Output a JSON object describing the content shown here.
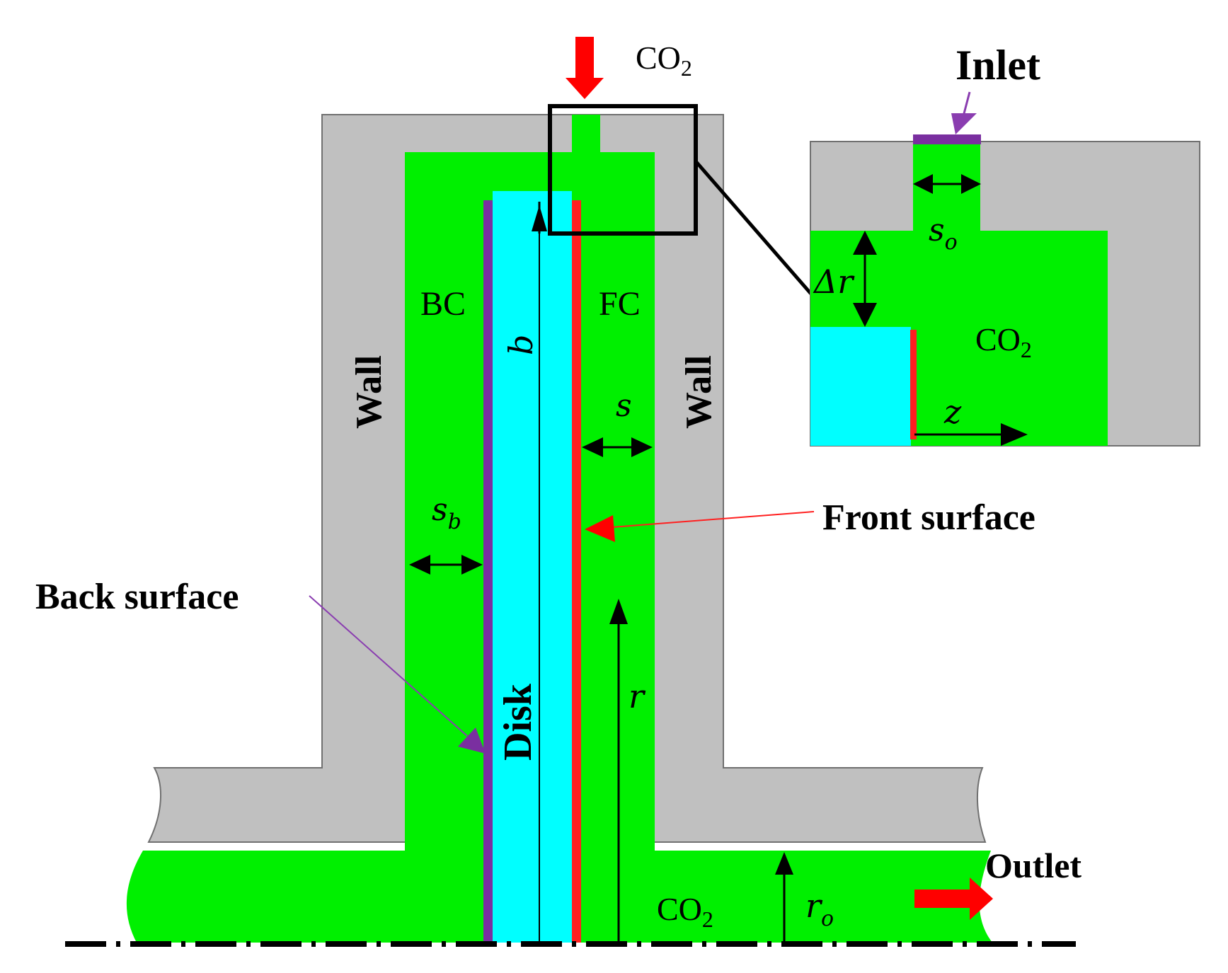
{
  "colors": {
    "wall": "#c0c0c0",
    "co2_fluid": "#00f000",
    "disk": "#00ffff",
    "front_surface": "#ff2020",
    "back_surface": "#7a2fa0",
    "inflow_arrow": "#ff0000",
    "outline": "#000000"
  },
  "labels": {
    "co2_top": "CO",
    "co2_top_sub": "2",
    "wall_left": "Wall",
    "wall_right": "Wall",
    "bc": "BC",
    "fc": "FC",
    "b": "b",
    "s": "s",
    "s_b": "s",
    "s_b_sub": "b",
    "disk": "Disk",
    "r": "r",
    "r_o": "r",
    "r_o_sub": "o",
    "co2_bottom": "CO",
    "co2_bottom_sub": "2",
    "outlet": "Outlet",
    "front_surface": "Front surface",
    "back_surface": "Back surface"
  },
  "inset": {
    "inlet": "Inlet",
    "s_o": "s",
    "s_o_sub": "o",
    "delta_r": "Δr",
    "co2": "CO",
    "co2_sub": "2",
    "z": "z"
  }
}
